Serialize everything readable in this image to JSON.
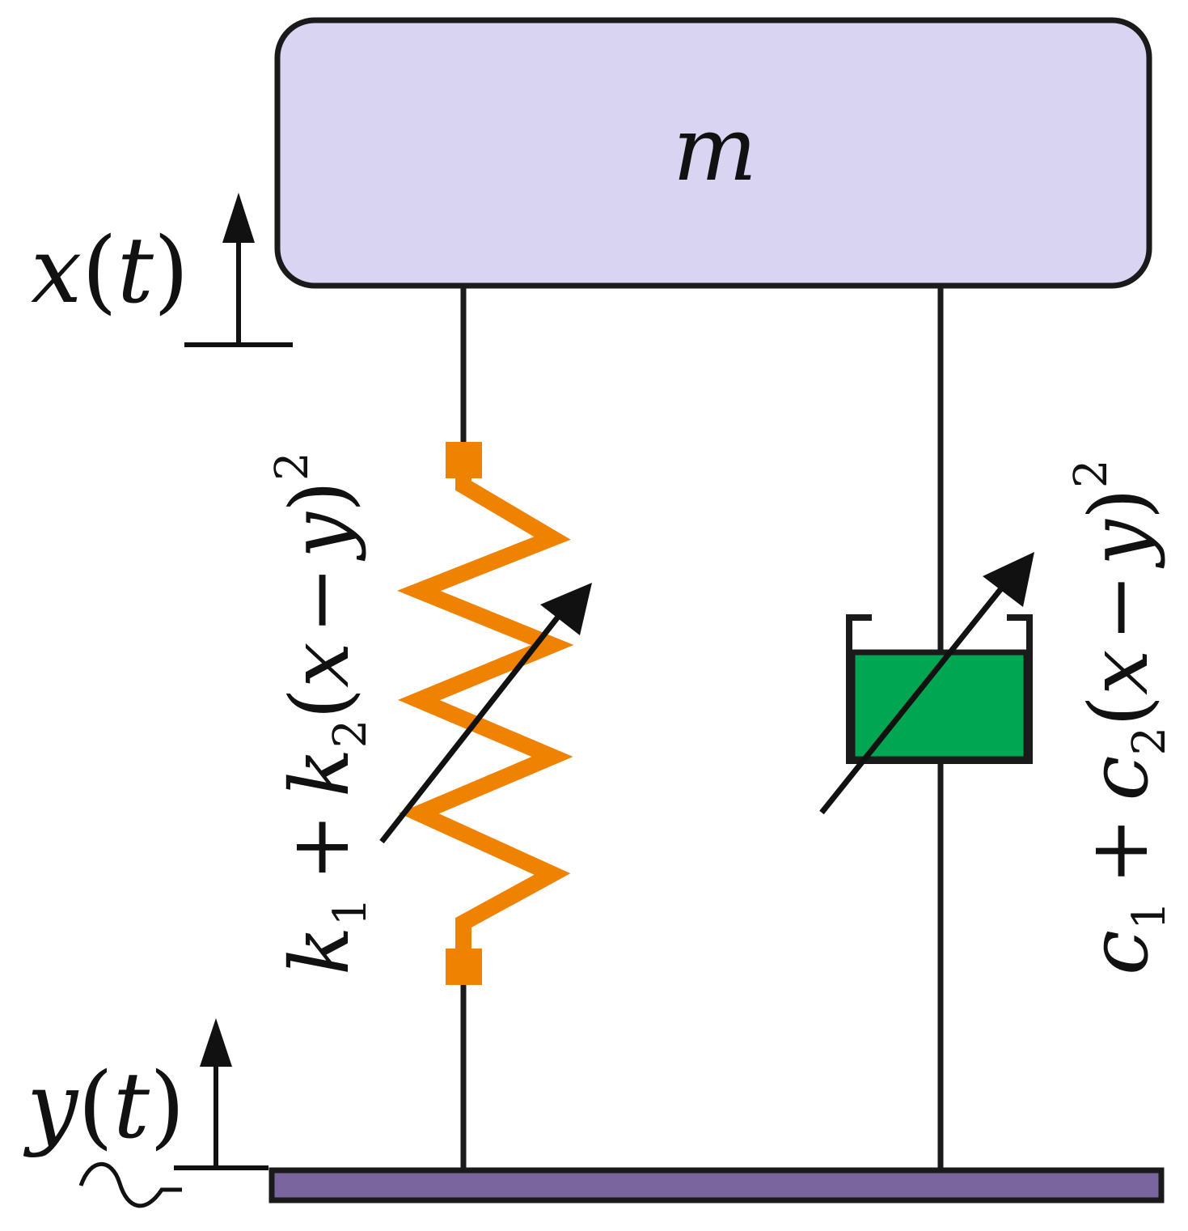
{
  "mass": {
    "label": "m",
    "fill": "#d9d4f2",
    "stroke": "#1a1a1a"
  },
  "top_displacement": {
    "var": "x",
    "arg": "t"
  },
  "base_displacement": {
    "var": "y",
    "arg": "t"
  },
  "spring": {
    "color": "#ef8200",
    "label": {
      "c1": "k",
      "s1": "1",
      "op": "+",
      "c2": "k",
      "s2": "2",
      "lp": "(",
      "a": "x",
      "minus": "−",
      "b": "y",
      "rp": ")",
      "exp": "2"
    }
  },
  "damper": {
    "color": "#00a651",
    "label": {
      "c1": "c",
      "s1": "1",
      "op": "+",
      "c2": "c",
      "s2": "2",
      "lp": "(",
      "a": "x",
      "minus": "−",
      "b": "y",
      "rp": ")",
      "exp": "2"
    }
  },
  "base": {
    "fill": "#7a659e"
  },
  "arrow_color": "#111111"
}
